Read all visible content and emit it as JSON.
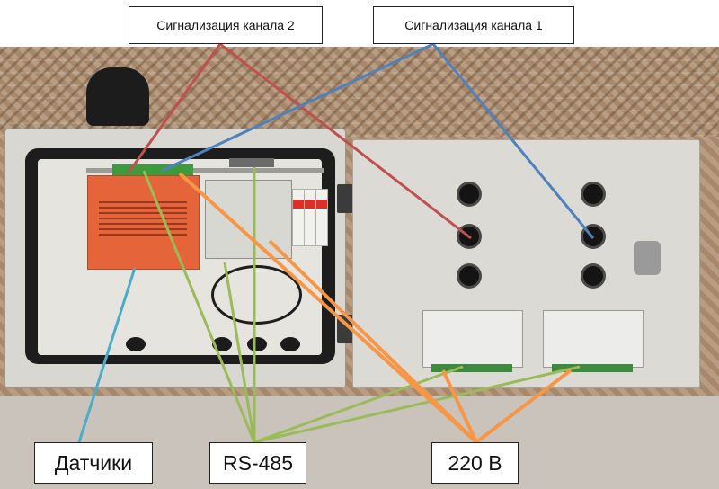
{
  "labels": {
    "channel2": "Сигнализация канала 2",
    "channel1": "Сигнализация канала 1",
    "sensors": "Датчики",
    "rs485": "RS-485",
    "v220": "220 В"
  },
  "colors": {
    "channel2_line": "#c0504d",
    "channel1_line": "#4f81bd",
    "sensors_line": "#4bacc6",
    "rs485_line": "#9bbb59",
    "v220_line": "#f79646",
    "module_red": "#e5643a",
    "enclosure": "#d9d7d2",
    "wall": "#b89d82"
  },
  "icons": {
    "antenna": "antenna-icon",
    "knob": "connector-knob-icon",
    "lock": "door-lock-icon"
  }
}
